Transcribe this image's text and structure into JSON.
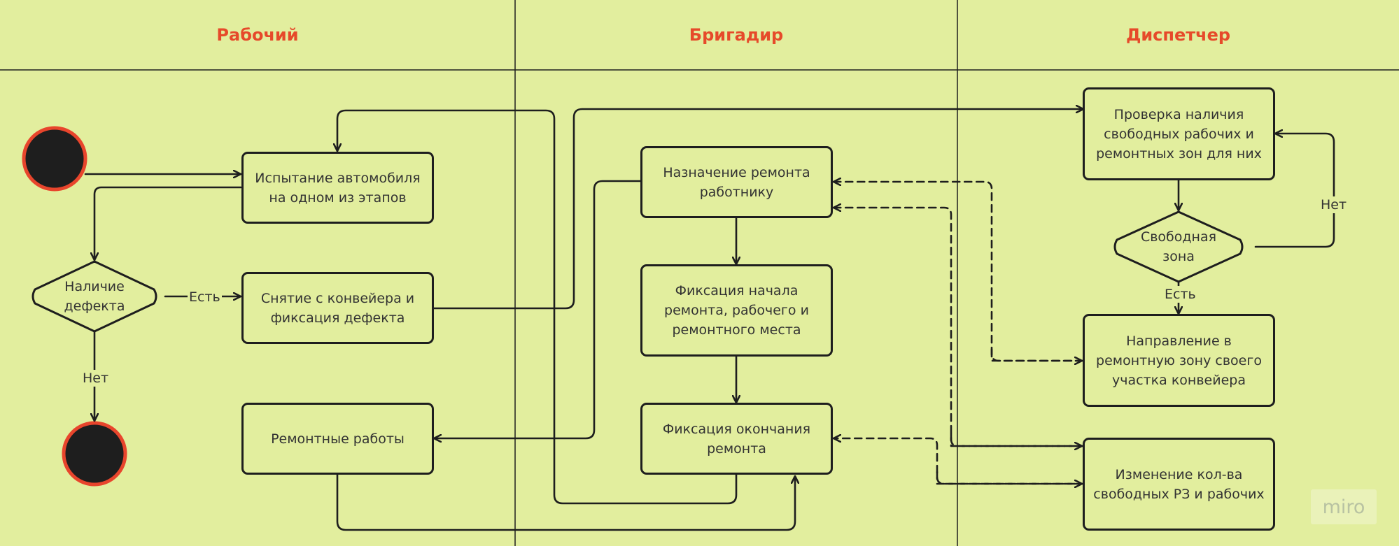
{
  "colors": {
    "background": "#e2ee9e",
    "lane_title": "#e64a2a",
    "line": "#1e1e1e",
    "text": "#333333",
    "terminal_fill": "#1e1e1e",
    "terminal_border": "#e8452c",
    "watermark": "#b8c2a2"
  },
  "lanes": [
    {
      "title": "Рабочий"
    },
    {
      "title": "Бригадир"
    },
    {
      "title": "Диспетчер"
    }
  ],
  "nodes": {
    "test_car": "Испытание автомобиля на одном из этапов",
    "defect_decision": "Наличие дефекта",
    "remove_conveyor": "Снятие с конвейера и фиксация дефекта",
    "repair_work": "Ремонтные работы",
    "assign_repair": "Назначение ремонта работнику",
    "fix_start": "Фиксация начала ремонта, рабочего и ремонтного места",
    "fix_end": "Фиксация окончания ремонта",
    "check_free": "Проверка наличия свободных рабочих и ремонтных зон для них",
    "free_zone_decision": "Свободная зона",
    "send_zone": "Направление в ремонтную зону своего участка конвейера",
    "change_count": "Изменение кол-ва свободных РЗ и рабочих"
  },
  "edge_labels": {
    "defect_yes": "Есть",
    "defect_no": "Нет",
    "zone_no": "Нет",
    "zone_yes": "Есть"
  },
  "icons": {
    "start": "start-node-icon",
    "end": "end-node-icon"
  },
  "watermark": "miro"
}
